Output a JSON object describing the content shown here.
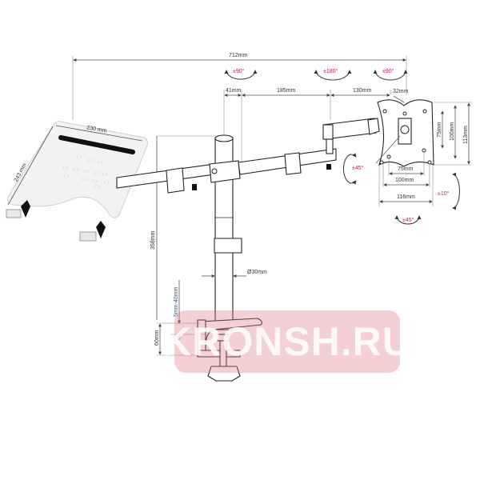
{
  "diagram": {
    "subject": "Dual arm desk mount with laptop tray",
    "dimensions": {
      "overall_width": "712mm",
      "arm_segment_1": "41mm",
      "arm_segment_2": "185mm",
      "arm_segment_3": "130mm",
      "vesa_offset": "32mm",
      "pole_height": "358mm",
      "pole_diameter": "Ø30mm",
      "clamp_height": "60mm",
      "desk_thickness": "5mm-40mm",
      "tray_width": "230 mm",
      "tray_depth": "243 mm",
      "vesa_h_small": "75mm",
      "vesa_h_large": "100mm",
      "plate_width": "116mm",
      "vesa_v_small": "75mm",
      "vesa_v_large": "100mm",
      "plate_height": "113mm"
    },
    "rotations": {
      "pole_joint": "±90°",
      "arm_joint": "±180°",
      "head_joint": "±90°",
      "tilt_side": "±45°",
      "tilt_vertical": "±10°",
      "swivel_bottom": "±45°"
    },
    "colors": {
      "rotation_label": "#c2186b",
      "watermark_bg": "#dc7882"
    }
  },
  "watermark": {
    "text": "KRONSH.RU"
  }
}
